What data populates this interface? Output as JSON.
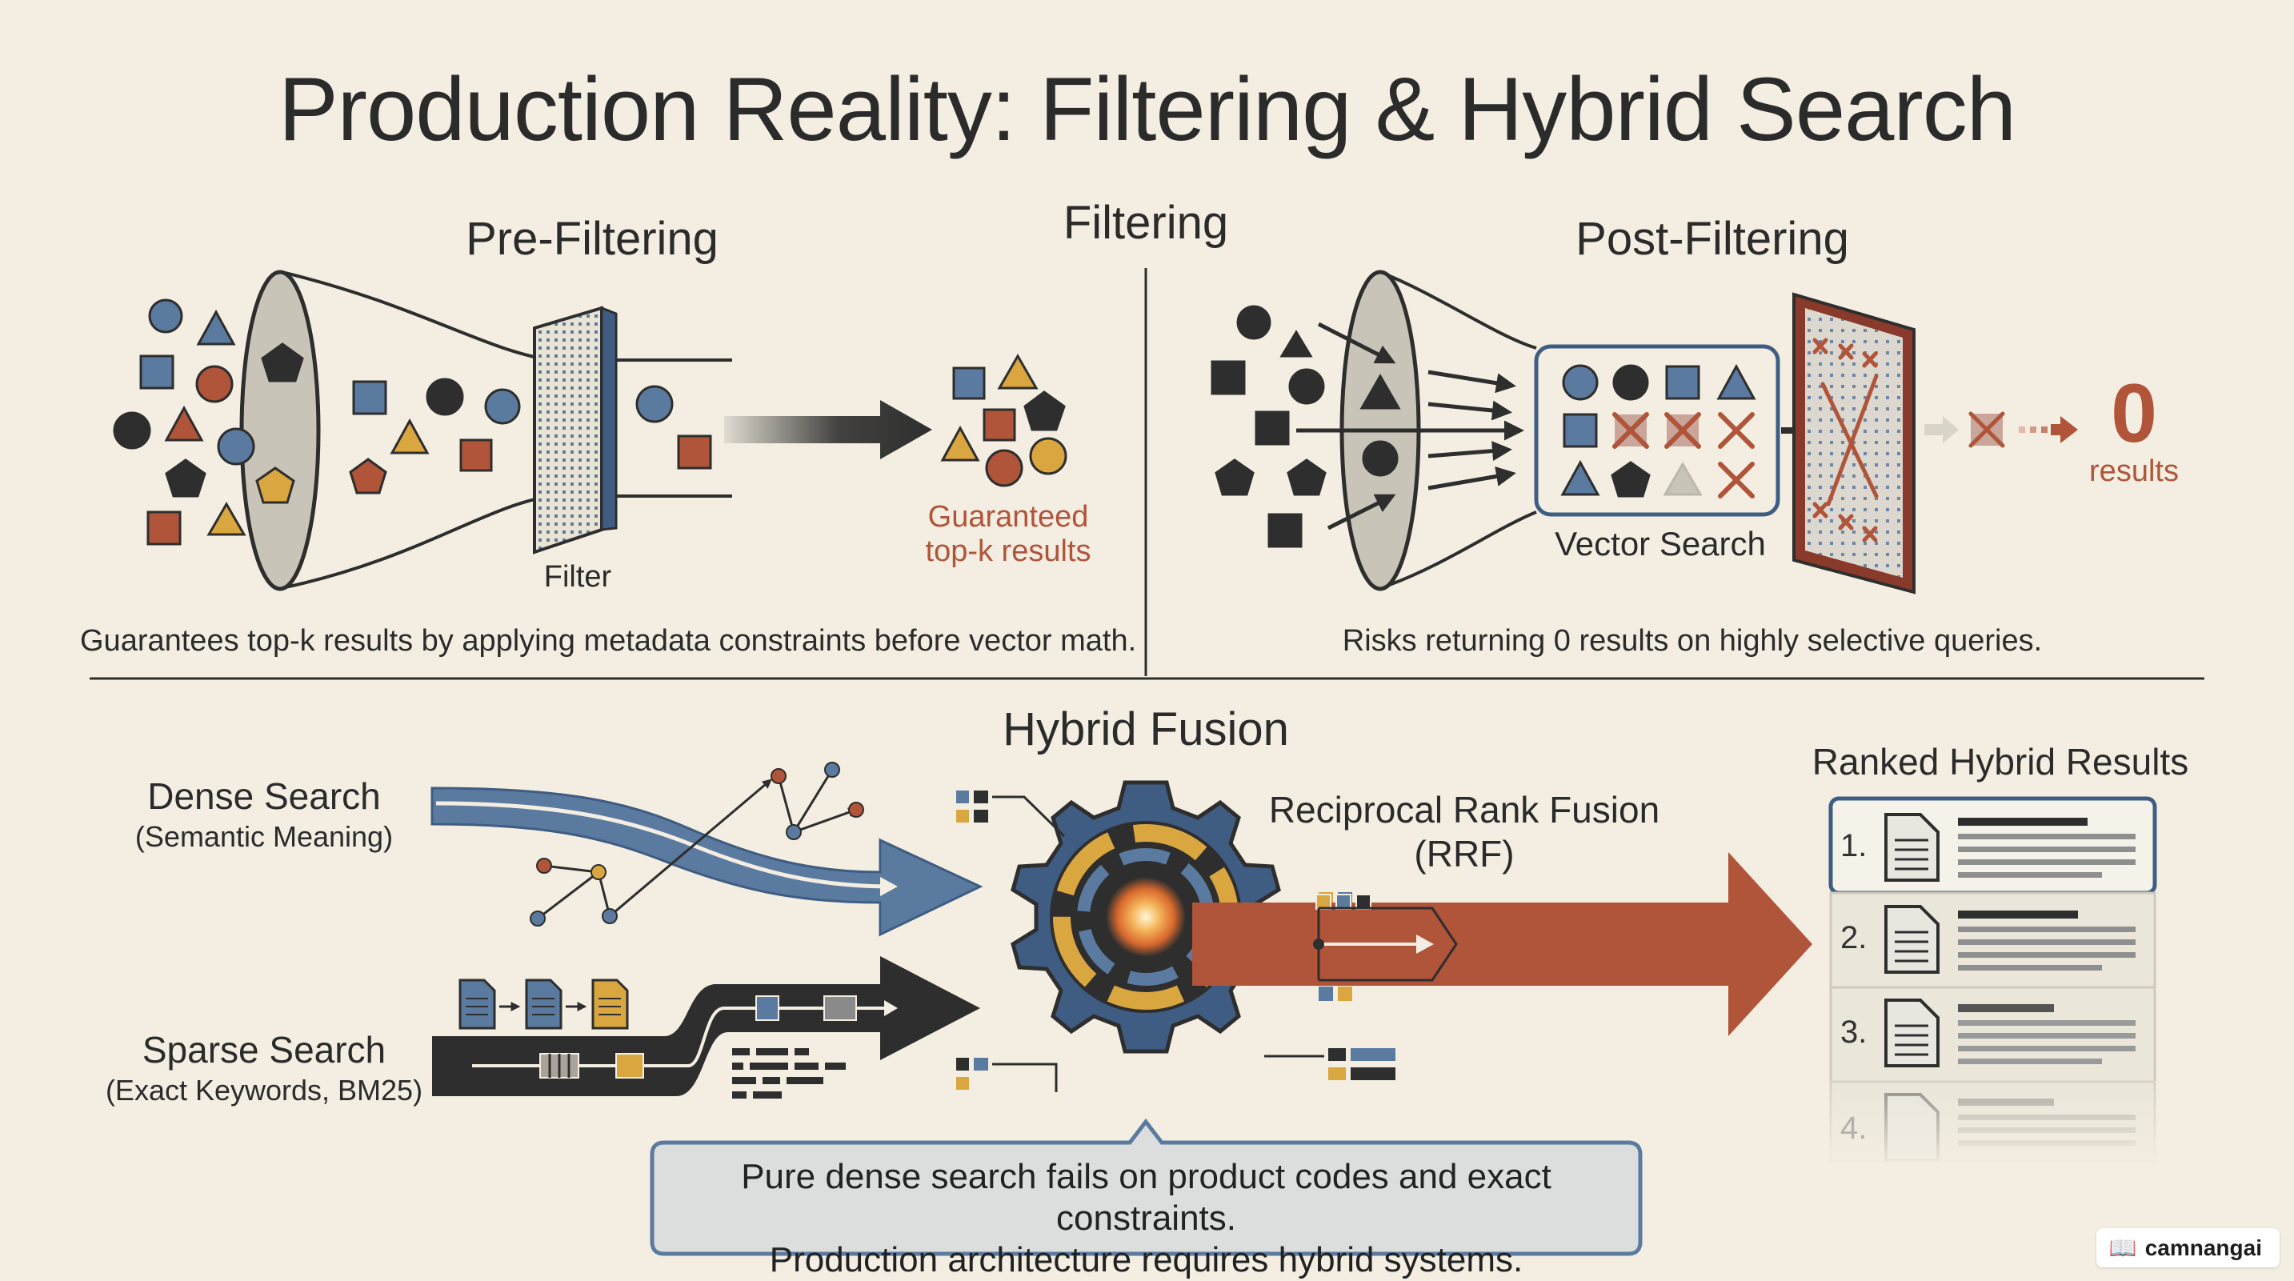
{
  "title": "Production Reality: Filtering & Hybrid Search",
  "filtering": {
    "heading": "Filtering",
    "pre": {
      "heading": "Pre-Filtering",
      "filter_label": "Filter",
      "result_label_line1": "Guaranteed",
      "result_label_line2": "top-k results",
      "caption": "Guarantees top-k results by applying metadata constraints before vector math."
    },
    "post": {
      "heading": "Post-Filtering",
      "vector_label": "Vector Search",
      "zero": "0",
      "zero_label": "results",
      "caption": "Risks returning 0 results on highly selective queries."
    }
  },
  "hybrid": {
    "heading": "Hybrid Fusion",
    "dense_title": "Dense Search",
    "dense_sub": "(Semantic Meaning)",
    "sparse_title": "Sparse Search",
    "sparse_sub": "(Exact Keywords, BM25)",
    "rrf_line1": "Reciprocal Rank Fusion",
    "rrf_line2": "(RRF)",
    "ranked_heading": "Ranked Hybrid Results",
    "ranks": [
      "1.",
      "2.",
      "3.",
      "4."
    ],
    "callout_line1": "Pure dense search fails on product codes and exact constraints.",
    "callout_line2": "Production architecture requires hybrid systems."
  },
  "watermark": "camnangai",
  "colors": {
    "background": "#f3eee1",
    "navy": "#3f5d82",
    "steel_blue": "#5b7aa0",
    "rust": "#b0543a",
    "gold": "#d9a640",
    "charcoal": "#2e2e2e"
  }
}
